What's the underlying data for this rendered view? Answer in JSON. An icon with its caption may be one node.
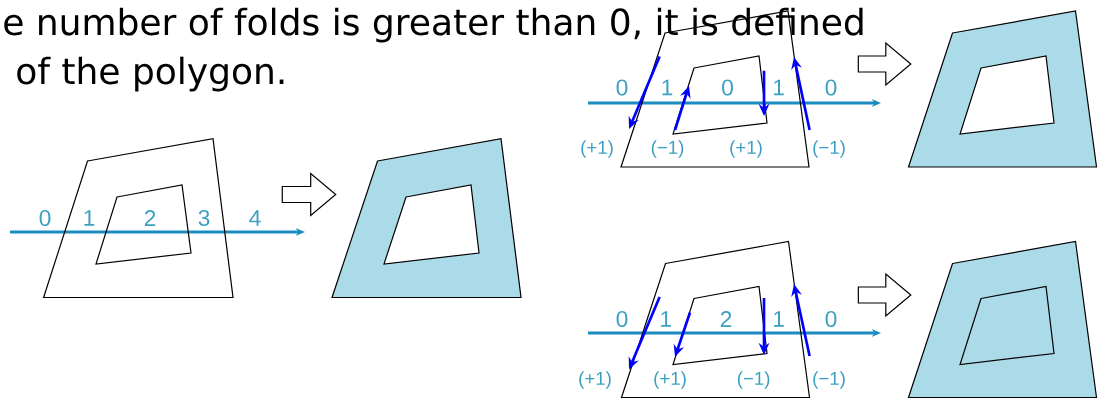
{
  "diagram": {
    "nodes": [
      {
        "text": [],
        "shape": "picture"
      },
      {
        "text": [],
        "shape": "picture"
      },
      {
        "text": [],
        "shape": "picture"
      },
      {
        "text": [],
        "shape": "picture"
      },
      {
        "text": [],
        "shape": "picture"
      },
      {
        "text": [],
        "shape": "picture"
      }
    ],
    "edges": [
      {
        "from": 0,
        "to": 1,
        "arrow": "to"
      },
      {
        "from": 2,
        "to": 3,
        "arrow": "to"
      },
      {
        "from": 4,
        "to": 5,
        "arrow": "to"
      }
    ],
    "labels": [
      "e number of folds is greater than 0, it is defined",
      "of the polygon.",
      "0",
      "1",
      "2",
      "3",
      "4",
      "0",
      "1",
      "0",
      "1",
      "0",
      "(+1)",
      "(−1)",
      "(+1)",
      "(−1)",
      "0",
      "1",
      "2",
      "1",
      "0",
      "(+1)",
      "(+1)",
      "(−1)",
      "(−1)"
    ]
  }
}
